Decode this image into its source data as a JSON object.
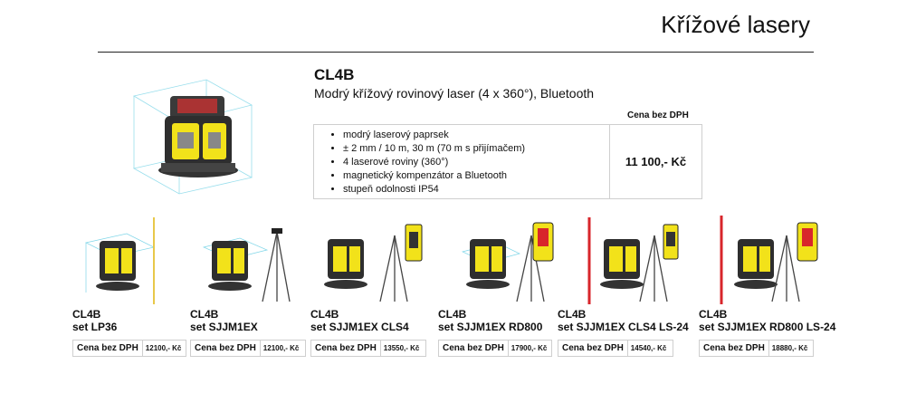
{
  "page": {
    "title": "Křížové lasery"
  },
  "product": {
    "name": "CL4B",
    "description": "Modrý křížový rovinový laser (4 x 360°), Bluetooth",
    "price_header": "Cena bez DPH",
    "price": "11 100,- Kč",
    "features": [
      "modrý laserový paprsek",
      "± 2 mm / 10 m, 30 m (70 m s přijímačem)",
      "4 laserové roviny (360°)",
      "magnetický kompenzátor a Bluetooth",
      "stupeň odolnosti IP54"
    ]
  },
  "sets": [
    {
      "line1": "CL4B",
      "line2": "set LP36",
      "price_label": "Cena bez DPH",
      "price": "12100,- Kč"
    },
    {
      "line1": "CL4B",
      "line2": "set SJJM1EX",
      "price_label": "Cena bez DPH",
      "price": "12100,- Kč"
    },
    {
      "line1": "CL4B",
      "line2": "set SJJM1EX CLS4",
      "price_label": "Cena bez DPH",
      "price": "13550,- Kč"
    },
    {
      "line1": "CL4B",
      "line2": "set SJJM1EX RD800",
      "price_label": "Cena bez DPH",
      "price": "17900,- Kč"
    },
    {
      "line1": "CL4B",
      "line2": "set SJJM1EX CLS4 LS-24",
      "price_label": "Cena bez DPH",
      "price": "14540,- Kč"
    },
    {
      "line1": "CL4B",
      "line2": "set SJJM1EX RD800 LS-24",
      "price_label": "Cena bez DPH",
      "price": "18880,- Kč"
    }
  ],
  "colors": {
    "laser_yellow": "#f2e21a",
    "body_dark": "#2e2e2e",
    "beam_cyan": "#7fd6e8",
    "pole_red": "#d8262b"
  }
}
